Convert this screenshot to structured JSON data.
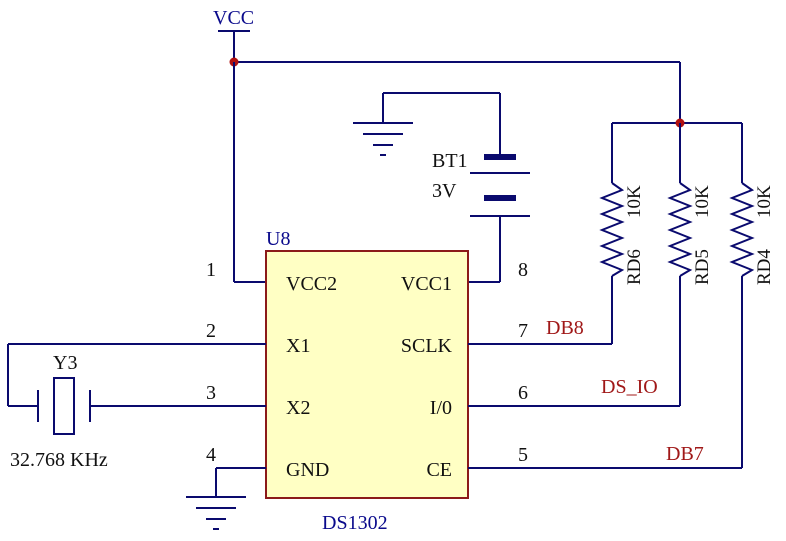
{
  "power": {
    "vcc_label": "VCC"
  },
  "chip": {
    "ref": "U8",
    "part": "DS1302",
    "left_pins": [
      {
        "num": "1",
        "name": "VCC2"
      },
      {
        "num": "2",
        "name": "X1"
      },
      {
        "num": "3",
        "name": "X2"
      },
      {
        "num": "4",
        "name": "GND"
      }
    ],
    "right_pins": [
      {
        "num": "8",
        "name": "VCC1"
      },
      {
        "num": "7",
        "name": "SCLK"
      },
      {
        "num": "6",
        "name": "I/0"
      },
      {
        "num": "5",
        "name": "CE"
      }
    ]
  },
  "battery": {
    "ref": "BT1",
    "value": "3V"
  },
  "crystal": {
    "ref": "Y3",
    "value": "32.768 KHz"
  },
  "resistors": [
    {
      "ref": "RD6",
      "value": "10K"
    },
    {
      "ref": "RD5",
      "value": "10K"
    },
    {
      "ref": "RD4",
      "value": "10K"
    }
  ],
  "nets": {
    "sclk": "DB8",
    "io": "DS_IO",
    "ce": "DB7"
  }
}
